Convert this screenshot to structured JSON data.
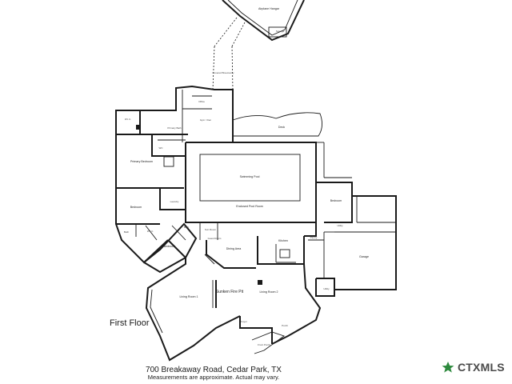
{
  "floor_label": "First Floor",
  "address": "700 Breakaway Road, Cedar Park, TX",
  "disclaimer": "Measurements are approximate.  Actual may vary.",
  "brand": {
    "name": "CTXMLS",
    "star_color": "#2e8a3e",
    "text_color": "#4a4a4a"
  },
  "icons": {
    "logo": "texas-star-icon"
  },
  "rooms": {
    "airplane_hangar": "Airplane Hangar",
    "storage_top": "Storage",
    "covered_breezeway": "Covered Breezeway",
    "deck": "Deck",
    "walk_in_closet": "W.I.C.",
    "primary_bath": "Primary Bath",
    "office_flex": "Office",
    "gym_den": "Gym / Den",
    "wc": "WC",
    "primary_bedroom": "Primary Bedroom",
    "laundry": "Laundry",
    "swimming_pool": "Swimming Pool",
    "enclosed_pool_room": "Enclosed Pool Room",
    "bedroom_left": "Bedroom",
    "bedroom_right": "Bedroom",
    "bath_left": "Bath",
    "walk_in_closet_left": "W.I.C.",
    "hall_bath": "Bath",
    "bedroom_lower": "Bedroom",
    "sunroom": "Sun Room",
    "guest_room": "Guest Room",
    "dining_area": "Dining Area",
    "kitchen": "Kitchen",
    "pantry": "Pantry",
    "utility": "Utility",
    "garage": "Garage",
    "sunken_fire_pit": "Sunken Fire Pit",
    "living_room_1": "Living Room 1",
    "living_room_2": "Living Room 2",
    "utility_lower": "Utility",
    "foyer": "Foyer",
    "porch": "Porch",
    "front_porch": "Front Porch"
  }
}
